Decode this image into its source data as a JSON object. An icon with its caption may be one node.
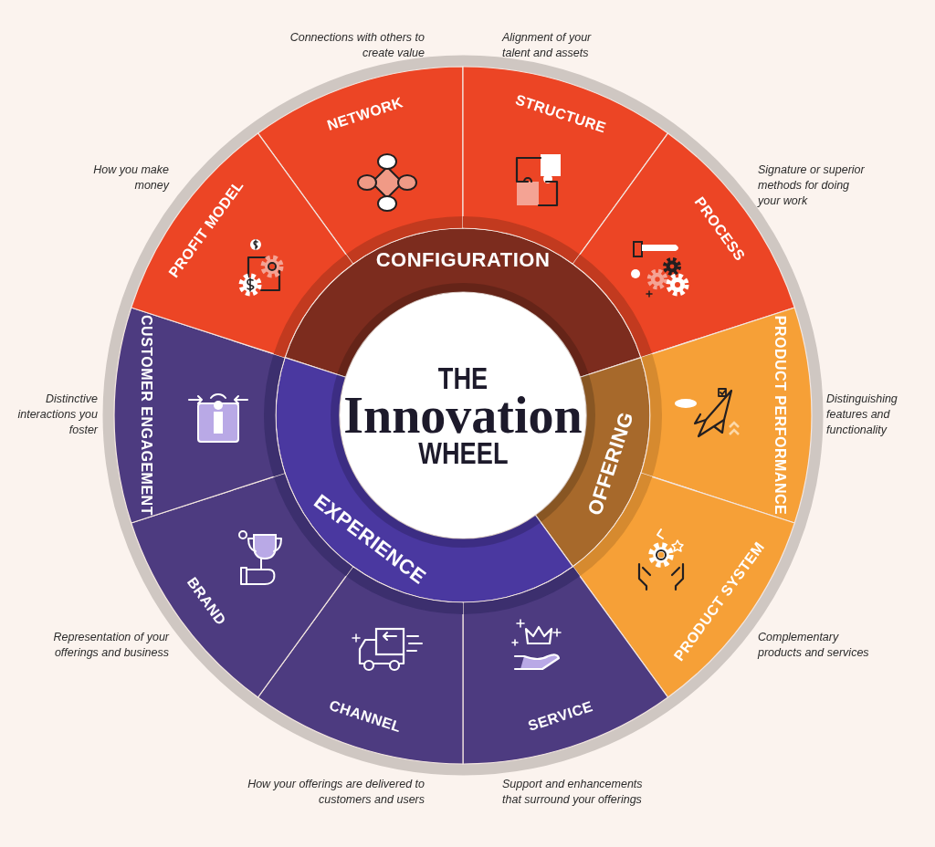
{
  "diagram": {
    "nodes": [
      {
        "text": [
          "THE",
          "Innovation",
          "WHEEL"
        ]
      },
      {
        "text": [
          "CONFIGURATION"
        ]
      },
      {
        "text": [
          "OFFERING"
        ]
      },
      {
        "text": [
          "EXPERIENCE"
        ]
      },
      {
        "text": [
          "NETWORK"
        ],
        "beside": [
          "Connections with others to create value"
        ]
      },
      {
        "text": [
          "STRUCTURE"
        ],
        "beside": [
          "Alignment of your talent and assets"
        ]
      },
      {
        "text": [
          "PROCESS"
        ],
        "beside": [
          "Signature or superior methods for doing your work"
        ]
      },
      {
        "text": [
          "PRODUCT PERFORMANCE"
        ],
        "beside": [
          "Distinguishing features and functionality"
        ]
      },
      {
        "text": [
          "PRODUCT SYSTEM"
        ],
        "beside": [
          "Complementary products and services"
        ]
      },
      {
        "text": [
          "SERVICE"
        ],
        "beside": [
          "Support and enhancements that surround your offerings"
        ]
      },
      {
        "text": [
          "CHANNEL"
        ],
        "beside": [
          "How your offerings are delivered to customers and users"
        ]
      },
      {
        "text": [
          "BRAND"
        ],
        "beside": [
          "Representation of your offerings and business"
        ]
      },
      {
        "text": [
          "CUSTOMER ENGAGEMENT"
        ],
        "beside": [
          "Distinctive interactions you foster"
        ]
      },
      {
        "text": [
          "PROFIT MODEL"
        ],
        "beside": [
          "How you make money"
        ]
      }
    ]
  }
}
